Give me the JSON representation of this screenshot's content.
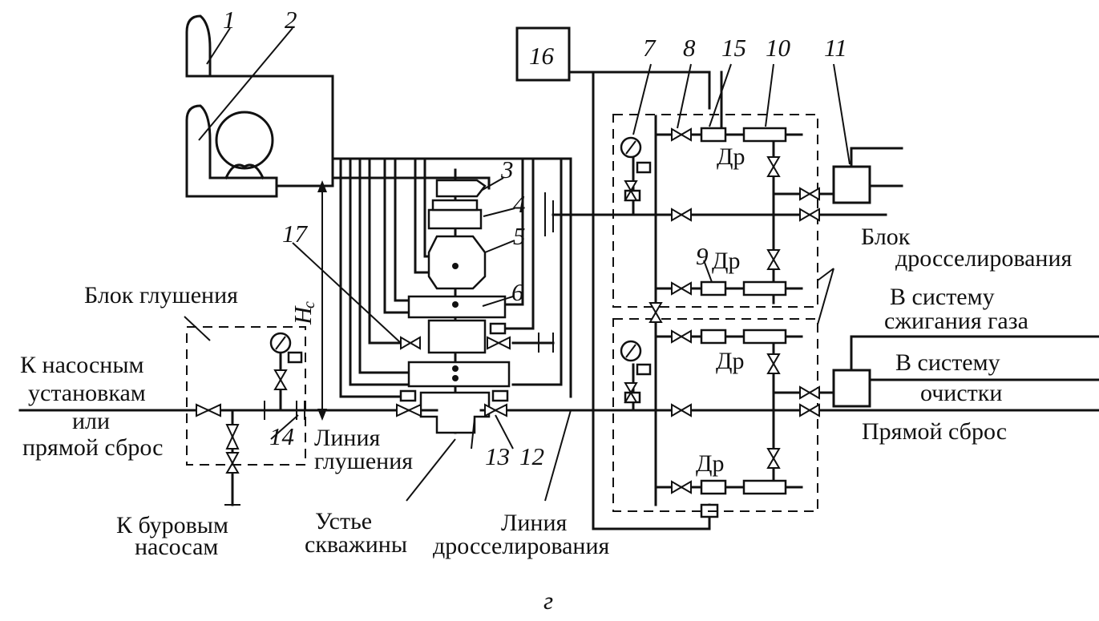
{
  "numbers": {
    "n1": "1",
    "n2": "2",
    "n3": "3",
    "n4": "4",
    "n5": "5",
    "n6": "6",
    "n7": "7",
    "n8": "8",
    "n9": "9",
    "n10": "10",
    "n11": "11",
    "n12": "12",
    "n13": "13",
    "n14": "14",
    "n15": "15",
    "n16": "16",
    "n17": "17"
  },
  "labels": {
    "kill_block": "Блок глушения",
    "choke_block_1": "Блок",
    "choke_block_2": "дросселирования",
    "to_pumps_1": "К насосным",
    "to_pumps_2": "установкам",
    "to_pumps_3": "или",
    "to_pumps_4": "прямой сброс",
    "kill_line_1": "Линия",
    "kill_line_2": "глушения",
    "drill_pumps_1": "К буровым",
    "drill_pumps_2": "насосам",
    "wellhead_1": "Устье",
    "wellhead_2": "скважины",
    "choke_line_1": "Линия",
    "choke_line_2": "дросселирования",
    "gas_1": "В систему",
    "gas_2": "сжигания газа",
    "clean_1": "В систему",
    "clean_2": "очистки",
    "direct": "Прямой сброс",
    "dr": "Др",
    "hc_main": "H",
    "hc_sub": "с",
    "figure_letter": "г"
  }
}
